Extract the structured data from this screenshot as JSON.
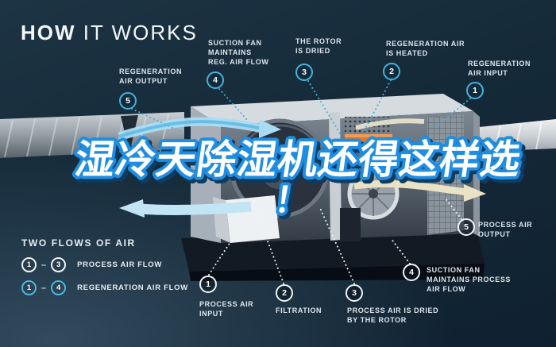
{
  "header": {
    "title_strong": "HOW",
    "title_rest": " IT WORKS"
  },
  "headline": {
    "line1": "湿冷天除湿机还得这样选",
    "line2": "！",
    "fill": "#ffffff",
    "stroke": "#1f8de2",
    "shadow": "#0e3c60"
  },
  "callouts": {
    "top": {
      "c5": {
        "num": "5",
        "label": "REGENERATION\nAIR OUTPUT"
      },
      "c4": {
        "num": "4",
        "label": "SUCTION FAN\nMAINTAINS\nREG. AIR FLOW"
      },
      "c3": {
        "num": "3",
        "label": "THE ROTOR\nIS DRIED"
      },
      "c2": {
        "num": "2",
        "label": "REGENERATION AIR\nIS HEATED"
      },
      "c1": {
        "num": "1",
        "label": "REGENERATION\nAIR INPUT"
      }
    },
    "bottom": {
      "c1": {
        "num": "1",
        "label": "PROCESS AIR\nINPUT"
      },
      "c2": {
        "num": "2",
        "label": "FILTRATION"
      },
      "c3": {
        "num": "3",
        "label": "PROCESS AIR IS DRIED\nBY THE ROTOR"
      },
      "c4": {
        "num": "4",
        "label": "SUCTION FAN\nMAINTAINS PROCESS\nAIR FLOW"
      },
      "c5": {
        "num": "5",
        "label": "PROCESS AIR\nOUTPUT"
      }
    }
  },
  "legend": {
    "title": "TWO FLOWS OF AIR",
    "separator": "–",
    "rows": [
      {
        "from": "1",
        "to": "3",
        "label": "PROCESS AIR FLOW",
        "accent": "#ffffff"
      },
      {
        "from": "1",
        "to": "4",
        "label": "REGENERATION AIR FLOW",
        "accent": "#49b8dc"
      }
    ]
  },
  "colors": {
    "background": "#152a39",
    "accent_cyan": "#46b2d8",
    "label_text": "#dde6ec",
    "process_flow_blue": "#a9dcf3",
    "regeneration_flow_cream": "#e9e2c4",
    "heater_orange": "#e0762a"
  }
}
